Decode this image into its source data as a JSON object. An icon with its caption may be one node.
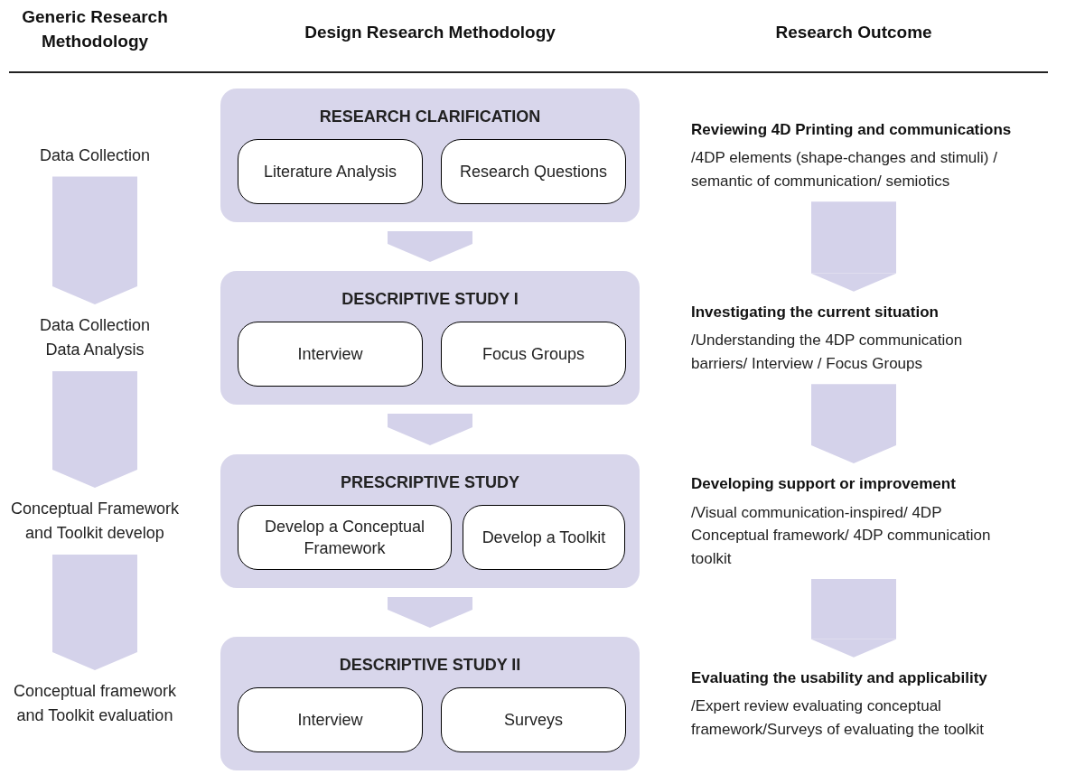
{
  "diagram": {
    "nodes": [
      {
        "text": [
          "Data Collection"
        ]
      },
      {
        "text": [
          "RESEARCH CLARIFICATION"
        ]
      },
      {
        "text": [
          "Literature Analysis"
        ],
        "in": 1
      },
      {
        "text": [
          "Research Questions"
        ],
        "in": 1
      },
      {
        "text": [
          "Reviewing 4D Printing and communications",
          "/4DP elements (shape-changes and stimuli) / semantic of communication/ semiotics"
        ]
      },
      {
        "text": [
          "Data Collection Data Analysis"
        ]
      },
      {
        "text": [
          "DESCRIPTIVE STUDY I"
        ]
      },
      {
        "text": [
          "Interview"
        ],
        "in": 6
      },
      {
        "text": [
          "Focus Groups"
        ],
        "in": 6
      },
      {
        "text": [
          "Investigating the current situation",
          "/Understanding the 4DP communication barriers/ Interview / Focus Groups"
        ]
      },
      {
        "text": [
          "Conceptual Framework and Toolkit develop"
        ]
      },
      {
        "text": [
          "PRESCRIPTIVE STUDY"
        ]
      },
      {
        "text": [
          "Develop a Conceptual Framework"
        ],
        "in": 11
      },
      {
        "text": [
          "Develop a Toolkit"
        ],
        "in": 11
      },
      {
        "text": [
          "Developing support or improvement",
          "/Visual communication-inspired/ 4DP Conceptual framework/ 4DP communication toolkit"
        ]
      },
      {
        "text": [
          "Conceptual framework and Toolkit evaluation"
        ]
      },
      {
        "text": [
          "DESCRIPTIVE STUDY II"
        ]
      },
      {
        "text": [
          "Interview"
        ],
        "in": 16
      },
      {
        "text": [
          "Surveys"
        ],
        "in": 16
      },
      {
        "text": [
          "Evaluating the usability and applicability",
          "/Expert review evaluating conceptual framework/Surveys of evaluating the toolkit"
        ]
      }
    ],
    "edges": [
      {
        "from": 0,
        "to": 5,
        "arrow": "to"
      },
      {
        "from": 1,
        "to": 6,
        "arrow": "to"
      },
      {
        "from": 4,
        "to": 9,
        "arrow": "to"
      },
      {
        "from": 5,
        "to": 10,
        "arrow": "to"
      },
      {
        "from": 6,
        "to": 11,
        "arrow": "to"
      },
      {
        "from": 9,
        "to": 14,
        "arrow": "to"
      },
      {
        "from": 10,
        "to": 15,
        "arrow": "to"
      },
      {
        "from": 11,
        "to": 16,
        "arrow": "to"
      },
      {
        "from": 14,
        "to": 19,
        "arrow": "to"
      }
    ],
    "labels": [
      "Generic Research Methodology",
      "Design Research Methodology",
      "Research Outcome"
    ]
  }
}
